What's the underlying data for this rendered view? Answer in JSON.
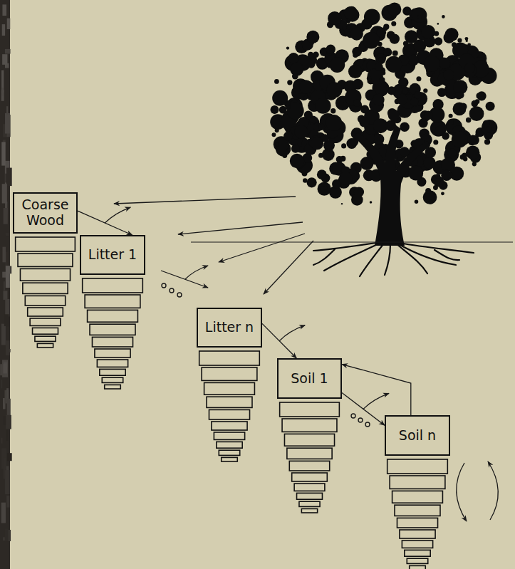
{
  "diagram": {
    "nodes": [
      {
        "text": [
          "Coarse Wood"
        ]
      },
      {
        "text": [
          "Litter 1"
        ]
      },
      {
        "text": [
          "Litter n"
        ]
      },
      {
        "text": [
          "Soil 1"
        ]
      },
      {
        "text": [
          "Soil n"
        ]
      }
    ],
    "edges": [
      {
        "from": 0,
        "to": 1,
        "arrow": "to"
      },
      {
        "from": 2,
        "to": 3,
        "arrow": "to"
      },
      {
        "from": 3,
        "to": 4,
        "arrow": "to"
      },
      {
        "from": 4,
        "to": 3,
        "arrow": "to"
      }
    ]
  }
}
